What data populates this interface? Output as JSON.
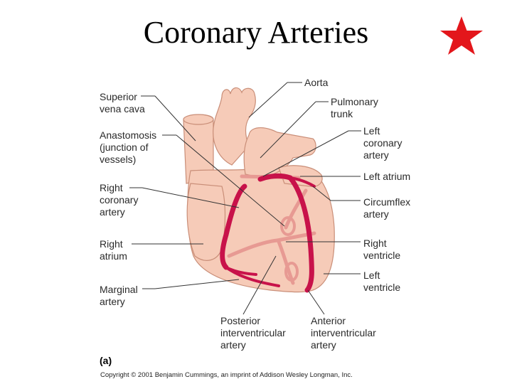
{
  "title": "Coronary Arteries",
  "star_color": "#e3161b",
  "panel_label": "(a)",
  "copyright": "Copyright © 2001 Benjamin Cummings, an imprint of Addison Wesley Longman, Inc.",
  "colors": {
    "heart_fill": "#f6cbb8",
    "heart_outline": "#c98e78",
    "artery": "#c8124a",
    "vein_light": "#e79a93"
  },
  "labels": {
    "superior_vena_cava": [
      "Superior",
      "vena cava"
    ],
    "anastomosis": [
      "Anastomosis",
      "(junction of",
      "vessels)"
    ],
    "right_coronary_artery": [
      "Right",
      "coronary",
      "artery"
    ],
    "right_atrium": [
      "Right",
      "atrium"
    ],
    "marginal_artery": [
      "Marginal",
      "artery"
    ],
    "aorta": [
      "Aorta"
    ],
    "pulmonary_trunk": [
      "Pulmonary",
      "trunk"
    ],
    "left_coronary_artery": [
      "Left",
      "coronary",
      "artery"
    ],
    "left_atrium": [
      "Left atrium"
    ],
    "circumflex_artery": [
      "Circumflex",
      "artery"
    ],
    "right_ventricle": [
      "Right",
      "ventricle"
    ],
    "left_ventricle": [
      "Left",
      "ventricle"
    ],
    "posterior_interventricular_artery": [
      "Posterior",
      "interventricular",
      "artery"
    ],
    "anterior_interventricular_artery": [
      "Anterior",
      "interventricular",
      "artery"
    ]
  }
}
